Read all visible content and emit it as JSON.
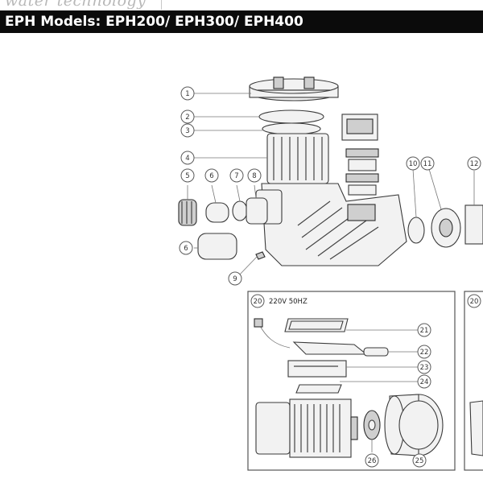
{
  "header": {
    "brand_fragment": "water technology",
    "title": "EPH Models: EPH200/ EPH300/ EPH400"
  },
  "diagram": {
    "callouts": [
      "1",
      "2",
      "3",
      "4",
      "5",
      "6",
      "7",
      "8",
      "6",
      "9",
      "10",
      "11",
      "12",
      "20",
      "21",
      "22",
      "23",
      "24",
      "25",
      "26",
      "20"
    ],
    "motor_box_label": "220V 50HZ"
  }
}
